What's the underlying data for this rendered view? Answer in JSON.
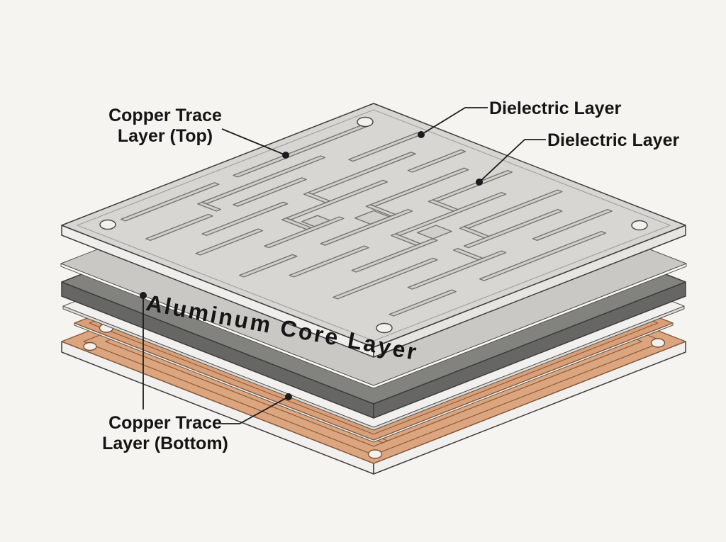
{
  "page": {
    "background": "#f6f4f1",
    "description": "Exploded isometric diagram of a metal-core PCB layer stack"
  },
  "diagram": {
    "type": "exploded-layer-stack",
    "labels": {
      "copper_top": {
        "line1": "Copper Trace",
        "line2": "Layer (Top)"
      },
      "dielectric_1": "Dielectric Layer",
      "dielectric_2": "Dielectric Layer",
      "aluminum_core": "Aluminum Core Layer",
      "copper_bottom": {
        "line1": "Copper Trace",
        "line2": "Layer (Bottom)"
      }
    },
    "layers": [
      {
        "name": "Copper Trace Layer (Top)",
        "color": "#d7d6d3"
      },
      {
        "name": "Dielectric Layer",
        "color": "#c9c8c5"
      },
      {
        "name": "Aluminum Core Layer",
        "color": "#666664"
      },
      {
        "name": "Dielectric Layer",
        "color": "#f1f0ee"
      },
      {
        "name": "Copper Trace Layer (Bottom)",
        "color": "#dba67f"
      }
    ]
  },
  "colors": {
    "background": "#f6f4f1",
    "board_top_face": "#d7d6d3",
    "board_side_left": "#efeeec",
    "board_side_right": "#e6e5e2",
    "trace_stroke": "#757572",
    "dielectric_sheet": "#c9c8c5",
    "aluminum_top": "#82827f",
    "aluminum_front": "#666664",
    "white_sheet": "#f1f0ee",
    "copper_face": "#dba67f",
    "copper_sheet": "#d8a07a",
    "copper_trace_stroke": "#8d5b38",
    "hole_fill": "#f2f1ee",
    "leader": "#1c1c1c",
    "text": "#151515"
  }
}
